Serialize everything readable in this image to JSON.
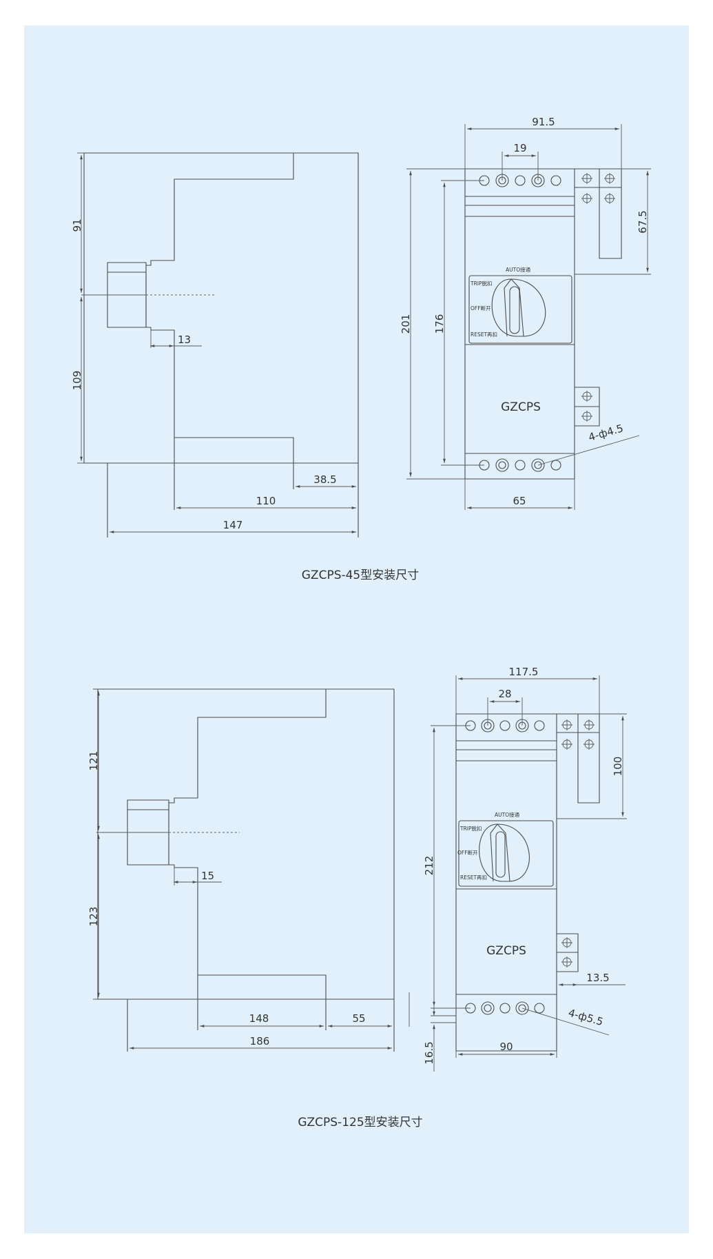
{
  "diagram_45": {
    "caption": "GZCPS-45型安装尺寸",
    "brand": "GZCPS",
    "knob_labels": {
      "auto": "AUTO接通",
      "trip": "TRIP脱扣",
      "off": "OFF断开",
      "reset": "RESET再扣"
    },
    "side_dims": {
      "top_height": "91",
      "bottom_height": "109",
      "knob_depth": "13",
      "tail": "38.5",
      "body_depth": "110",
      "total_depth": "147"
    },
    "front_dims": {
      "total_width": "91.5",
      "hole_pitch": "19",
      "aux_height": "67.5",
      "total_height": "201",
      "mount_height": "176",
      "holes": "4-ф4.5",
      "body_width": "65"
    }
  },
  "diagram_125": {
    "caption": "GZCPS-125型安装尺寸",
    "brand": "GZCPS",
    "knob_labels": {
      "auto": "AUTO接通",
      "trip": "TRIP脱扣",
      "off": "OFF断开",
      "reset": "RESET再扣"
    },
    "side_dims": {
      "top_height": "121",
      "bottom_height": "123",
      "knob_depth": "15",
      "body_depth": "148",
      "tail": "55",
      "total_depth": "186"
    },
    "front_dims": {
      "total_width": "117.5",
      "hole_pitch": "28",
      "aux_height": "100",
      "total_height": "212",
      "aux_offset": "13.5",
      "holes": "4-ф5.5",
      "bottom_offset": "16.5",
      "body_width": "90"
    }
  }
}
